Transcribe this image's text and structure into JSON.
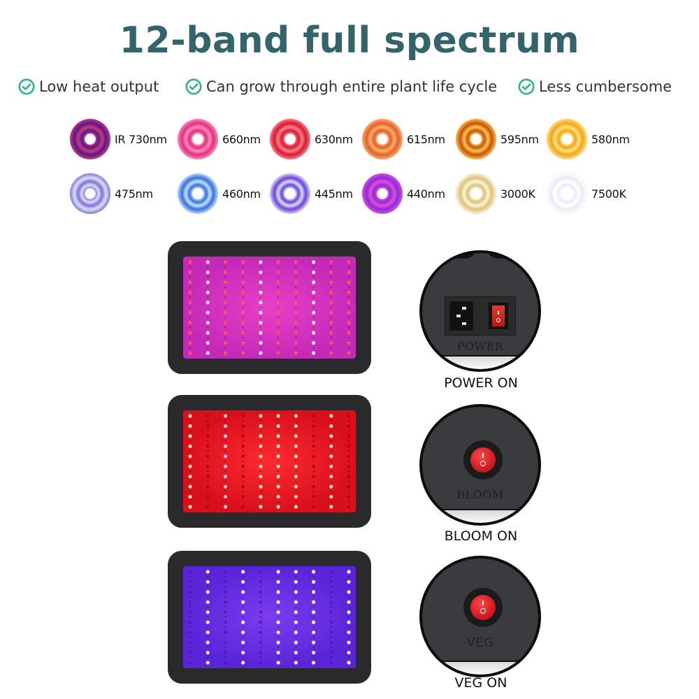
{
  "title": "12-band full spectrum",
  "accent_color": "#33636b",
  "check_color": "#2fb38a",
  "features": [
    {
      "icon": "check-circle-icon",
      "label": "Low heat output"
    },
    {
      "icon": "check-circle-icon",
      "label": "Can grow through entire plant life cycle"
    },
    {
      "icon": "check-circle-icon",
      "label": "Less cumbersome"
    }
  ],
  "bands": [
    {
      "label": "IR 730nm",
      "color": "#4a1f8c",
      "ring": "#d7327a"
    },
    {
      "label": "660nm",
      "color": "#e0307f",
      "ring": "#ff8cc0"
    },
    {
      "label": "630nm",
      "color": "#d7192f",
      "ring": "#ff7f8c"
    },
    {
      "label": "615nm",
      "color": "#e2602a",
      "ring": "#ffb070"
    },
    {
      "label": "595nm",
      "color": "#c4540e",
      "ring": "#ffc34a"
    },
    {
      "label": "580nm",
      "color": "#f2a520",
      "ring": "#ffe27a"
    },
    {
      "label": "475nm",
      "color": "#cfe4f5",
      "ring": "#8a6ad8"
    },
    {
      "label": "460nm",
      "color": "#3c6fd8",
      "ring": "#bfe2ff"
    },
    {
      "label": "445nm",
      "color": "#7b3cd6",
      "ring": "#c8e6ff"
    },
    {
      "label": "440nm",
      "color": "#8a2be2",
      "ring": "#e34fd0"
    },
    {
      "label": "3000K",
      "color": "#d8c27a",
      "ring": "#fff6d8"
    },
    {
      "label": "7500K",
      "color": "#e8ecf2",
      "ring": "#ffffff"
    }
  ],
  "panels": [
    {
      "mode": "full",
      "base": "#c42ab8",
      "glow": "#e940c8"
    },
    {
      "mode": "bloom",
      "base": "#d8101c",
      "glow": "#ff2a30"
    },
    {
      "mode": "veg",
      "base": "#5a24d8",
      "glow": "#7c3cf0"
    }
  ],
  "details": [
    {
      "engraving": "POWER",
      "caption": "POWER ON"
    },
    {
      "engraving": "BLOOM",
      "caption": "BLOOM ON"
    },
    {
      "engraving": "VEG",
      "caption": "VEG ON"
    }
  ]
}
